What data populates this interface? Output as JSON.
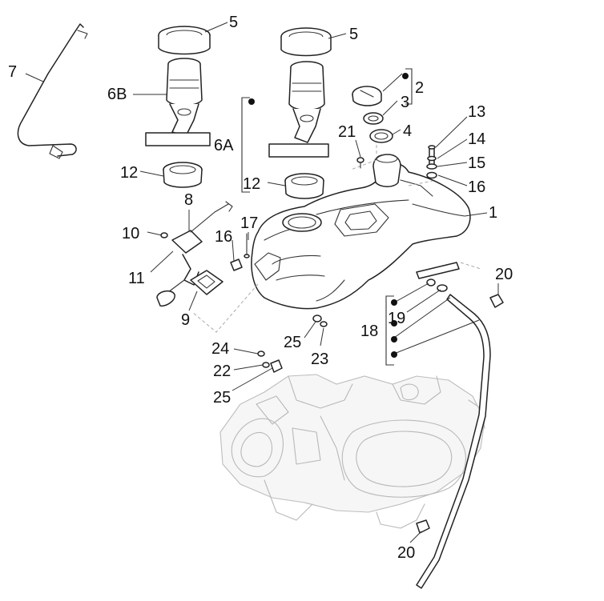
{
  "callouts": {
    "c1": "1",
    "c2": "2",
    "c3": "3",
    "c4": "4",
    "c5a": "5",
    "c5b": "5",
    "c6a": "6A",
    "c6b": "6B",
    "c7": "7",
    "c8": "8",
    "c9": "9",
    "c10": "10",
    "c11": "11",
    "c12a": "12",
    "c12b": "12",
    "c13": "13",
    "c14": "14",
    "c15": "15",
    "c16a": "16",
    "c16b": "16",
    "c17": "17",
    "c18": "18",
    "c19": "19",
    "c20a": "20",
    "c20b": "20",
    "c21": "21",
    "c22": "22",
    "c23": "23",
    "c24": "24",
    "c25a": "25",
    "c25b": "25"
  }
}
